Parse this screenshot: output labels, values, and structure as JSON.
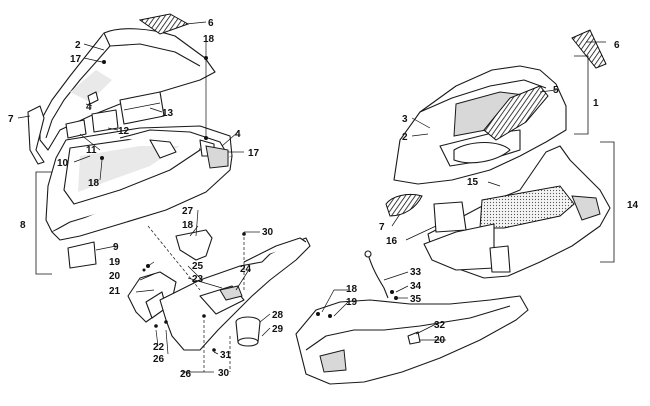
{
  "diagram": {
    "callouts": [
      {
        "id": "c1",
        "label": "1"
      },
      {
        "id": "c2a",
        "label": "2"
      },
      {
        "id": "c2b",
        "label": "2"
      },
      {
        "id": "c3",
        "label": "3"
      },
      {
        "id": "c4a",
        "label": "4"
      },
      {
        "id": "c4b",
        "label": "4"
      },
      {
        "id": "c5",
        "label": "5"
      },
      {
        "id": "c6a",
        "label": "6"
      },
      {
        "id": "c6b",
        "label": "6"
      },
      {
        "id": "c7a",
        "label": "7"
      },
      {
        "id": "c7b",
        "label": "7"
      },
      {
        "id": "c8",
        "label": "8"
      },
      {
        "id": "c9",
        "label": "9"
      },
      {
        "id": "c10",
        "label": "10"
      },
      {
        "id": "c11",
        "label": "11"
      },
      {
        "id": "c12",
        "label": "12"
      },
      {
        "id": "c13",
        "label": "13"
      },
      {
        "id": "c14",
        "label": "14"
      },
      {
        "id": "c15",
        "label": "15"
      },
      {
        "id": "c16",
        "label": "16"
      },
      {
        "id": "c17a",
        "label": "17"
      },
      {
        "id": "c17b",
        "label": "17"
      },
      {
        "id": "c18a",
        "label": "18"
      },
      {
        "id": "c18b",
        "label": "18"
      },
      {
        "id": "c18c",
        "label": "18"
      },
      {
        "id": "c18d",
        "label": "18"
      },
      {
        "id": "c19a",
        "label": "19"
      },
      {
        "id": "c19b",
        "label": "19"
      },
      {
        "id": "c20a",
        "label": "20"
      },
      {
        "id": "c20b",
        "label": "20"
      },
      {
        "id": "c21",
        "label": "21"
      },
      {
        "id": "c22",
        "label": "22"
      },
      {
        "id": "c23",
        "label": "23"
      },
      {
        "id": "c24",
        "label": "24"
      },
      {
        "id": "c25",
        "label": "25"
      },
      {
        "id": "c26a",
        "label": "26"
      },
      {
        "id": "c26b",
        "label": "26"
      },
      {
        "id": "c27",
        "label": "27"
      },
      {
        "id": "c28",
        "label": "28"
      },
      {
        "id": "c29",
        "label": "29"
      },
      {
        "id": "c30a",
        "label": "30"
      },
      {
        "id": "c30b",
        "label": "30"
      },
      {
        "id": "c31",
        "label": "31"
      },
      {
        "id": "c32",
        "label": "32"
      },
      {
        "id": "c33",
        "label": "33"
      },
      {
        "id": "c34",
        "label": "34"
      },
      {
        "id": "c35",
        "label": "35"
      }
    ]
  }
}
